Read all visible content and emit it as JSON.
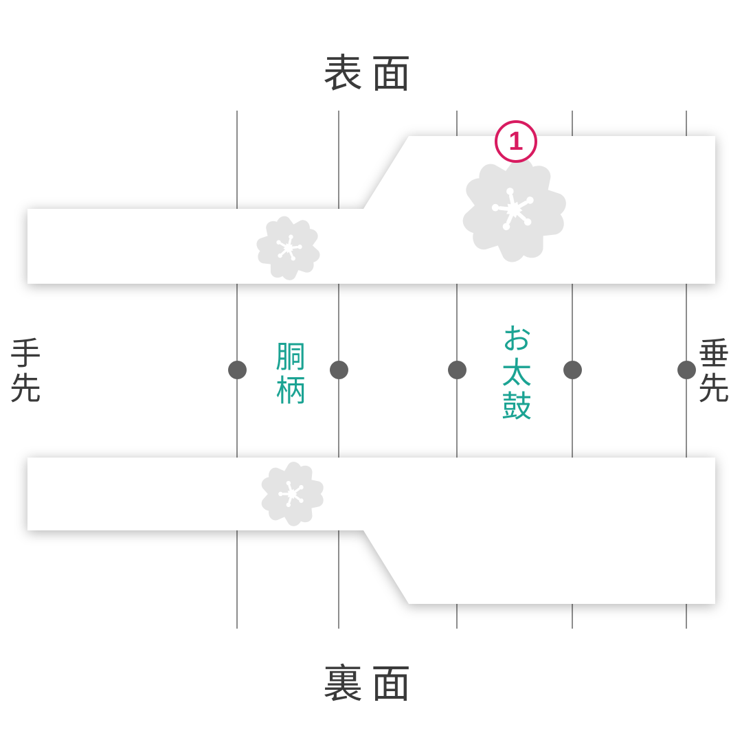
{
  "title_top": "表面",
  "title_bottom": "裏面",
  "labels": {
    "left_end": "手先",
    "right_end": "垂先",
    "body_pattern": "胴柄",
    "otaiko": "お太鼓"
  },
  "marker": {
    "number": "1"
  },
  "icons": {
    "flower": "sakura-blossom-icon"
  },
  "colors": {
    "accent_pink": "#d81b60",
    "teal": "#1ba393",
    "guide_line": "#8c8c8c",
    "dot": "#616161",
    "flower": "#e4e4e4",
    "band": "#ffffff",
    "text": "#3a3a3a"
  }
}
